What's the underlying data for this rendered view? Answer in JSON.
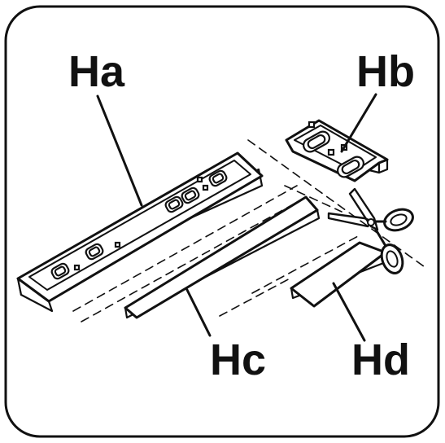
{
  "parts": {
    "ha": {
      "label": "Ha"
    },
    "hb": {
      "label": "Hb"
    },
    "hc": {
      "label": "Hc"
    },
    "hd": {
      "label": "Hd"
    }
  },
  "icons": {
    "cut_tool": "scissors-icon"
  },
  "colors": {
    "line": "#111111",
    "background": "#ffffff"
  }
}
